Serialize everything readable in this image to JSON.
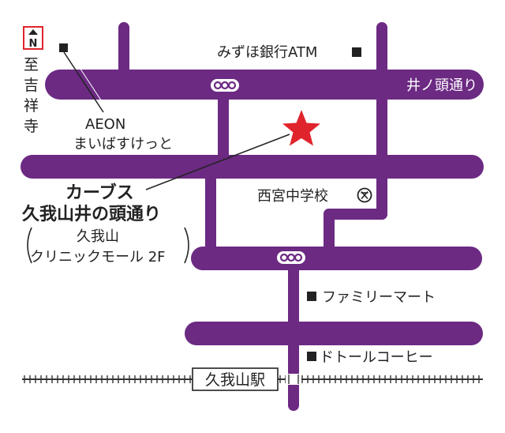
{
  "colors": {
    "road": "#6c2a83",
    "star": "#e0242c",
    "text": "#222222",
    "rail": "#333333",
    "background": "#ffffff"
  },
  "icons": {
    "north": "north-arrow-icon",
    "traffic_light": "traffic-light-icon",
    "school": "school-icon",
    "landmark": "square-marker-icon",
    "destination": "star-icon"
  },
  "compass": {
    "letter": "N",
    "direction_text": [
      "至",
      "吉",
      "祥",
      "寺"
    ]
  },
  "roads": {
    "inokashira_dori": "井ノ頭通り"
  },
  "landmarks": {
    "bank_atm": "みずほ銀行ATM",
    "aeon": {
      "line1": "AEON",
      "line2": "まいばすけっと"
    },
    "school": "西宮中学校",
    "family_mart": "ファミリーマート",
    "doutor": "ドトールコーヒー"
  },
  "destination": {
    "name_line1": "カーブス",
    "name_line2": "久我山井の頭通り",
    "building_line1": "久我山",
    "building_line2": "クリニックモール 2F"
  },
  "station": {
    "name": "久我山駅"
  }
}
